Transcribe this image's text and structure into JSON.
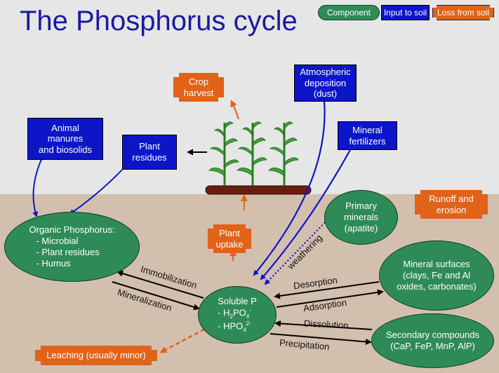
{
  "title": "The Phosphorus cycle",
  "legend": {
    "component": "Component",
    "input": "Input to soil",
    "loss": "Loss from soil"
  },
  "inputs": {
    "animal_manures": "Animal\nmanures\nand biosolids",
    "plant_residues": "Plant\nresidues",
    "atmospheric": "Atmospheric\ndeposition\n(dust)",
    "mineral_fertilizers": "Mineral\nfertilizers"
  },
  "losses": {
    "crop_harvest": "Crop\nharvest",
    "plant_uptake": "Plant\nuptake",
    "runoff": "Runoff and\nerosion",
    "leaching": "Leaching (usually minor)"
  },
  "components": {
    "organic_title": "Organic Phosphorus:",
    "organic_items": [
      "- Microbial",
      "- Plant residues",
      "- Humus"
    ],
    "primary_minerals": "Primary minerals (apatite)",
    "mineral_surfaces": "Mineral surfaces (clays, Fe and Al oxides, carbonates)",
    "secondary_compounds": "Secondary compounds (CaP, FeP, MnP, AlP)",
    "soluble_title": "Soluble P",
    "soluble_h2po4": "- H",
    "soluble_h2po4_sub": "2",
    "soluble_h2po4_rest": "PO",
    "soluble_h2po4_sub2": "4",
    "soluble_h2po4_sup": "-",
    "soluble_hpo4": "- HPO",
    "soluble_hpo4_sub": "4",
    "soluble_hpo4_sup": "2-"
  },
  "process_labels": {
    "immobilization": "Immobilization",
    "mineralization": "Mineralization",
    "weathering": "weathering",
    "desorption": "Desorption",
    "adsorption": "Adsorption",
    "dissolution": "Dissolution",
    "precipitation": "Precipitation"
  },
  "colors": {
    "input_blue": "#0c16c8",
    "loss_orange": "#e06318",
    "component_green": "#2e8b57",
    "sky": "#e6e6e6",
    "soil": "#d3bfad"
  }
}
